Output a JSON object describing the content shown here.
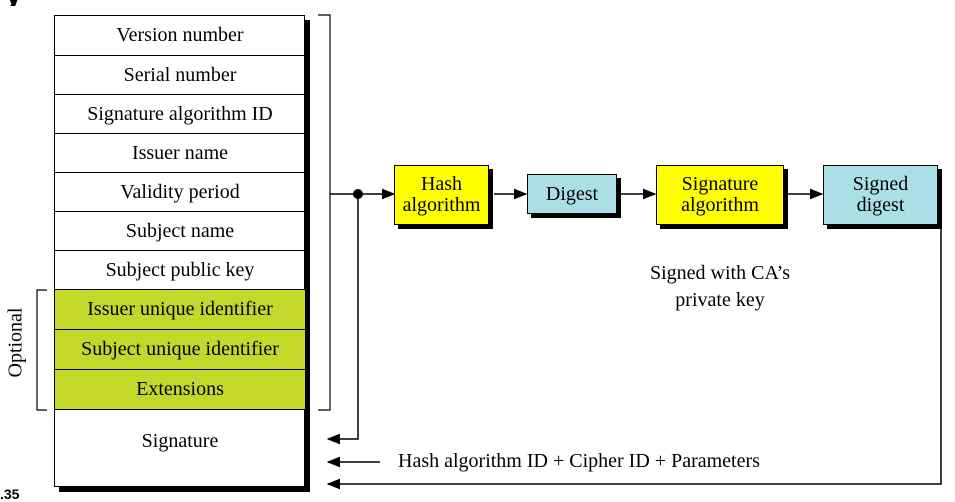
{
  "colors": {
    "optional_fill": "#c3d82a",
    "process_fill": "#ffff00",
    "data_fill": "#aadfe6",
    "line": "#000000"
  },
  "certificate": {
    "fields": [
      {
        "label": "Version number",
        "optional": false
      },
      {
        "label": "Serial number",
        "optional": false
      },
      {
        "label": "Signature algorithm ID",
        "optional": false
      },
      {
        "label": "Issuer name",
        "optional": false
      },
      {
        "label": "Validity period",
        "optional": false
      },
      {
        "label": "Subject name",
        "optional": false
      },
      {
        "label": "Subject public key",
        "optional": false
      },
      {
        "label": "Issuer unique identifier",
        "optional": true
      },
      {
        "label": "Subject unique identifier",
        "optional": true
      },
      {
        "label": "Extensions",
        "optional": true
      }
    ],
    "signature": "Signature"
  },
  "optional_label": "Optional",
  "flow": {
    "hash_algorithm": "Hash\nalgorithm",
    "digest": "Digest",
    "signature_algorithm": "Signature\nalgorithm",
    "signed_digest": "Signed\ndigest",
    "note": "Signed with CA’s\nprivate key",
    "params": "Hash algorithm ID + Cipher ID + Parameters"
  },
  "figure_number": ".35"
}
